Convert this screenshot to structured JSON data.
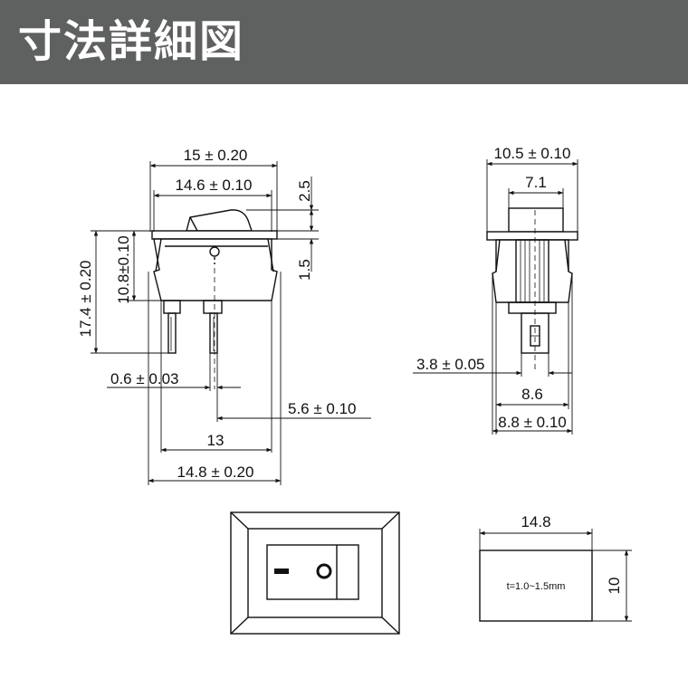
{
  "header": {
    "title": "寸法詳細図",
    "background_color": "#5f6060",
    "text_color": "#ffffff"
  },
  "front_view": {
    "width_top": "15 ± 0.20",
    "width_inner": "14.6 ± 0.10",
    "height_total": "17.4 ± 0.20",
    "height_body": "10.8±0.10",
    "rocker_height": "2.5",
    "flange_height": "1.5",
    "pin_thickness": "0.6 ± 0.03",
    "pin_offset": "5.6 ± 0.10",
    "pin_span": "13",
    "width_bottom": "14.8 ± 0.20"
  },
  "side_view": {
    "width_top": "10.5 ± 0.10",
    "rocker_width": "7.1",
    "terminal_width": "3.8 ± 0.05",
    "body_width": "8.6",
    "width_bottom": "8.8 ± 0.10"
  },
  "switch_face": {
    "off_symbol": "I",
    "on_symbol": "O"
  },
  "panel_cutout": {
    "width": "14.8",
    "height": "10",
    "thickness": "t=1.0~1.5mm"
  }
}
